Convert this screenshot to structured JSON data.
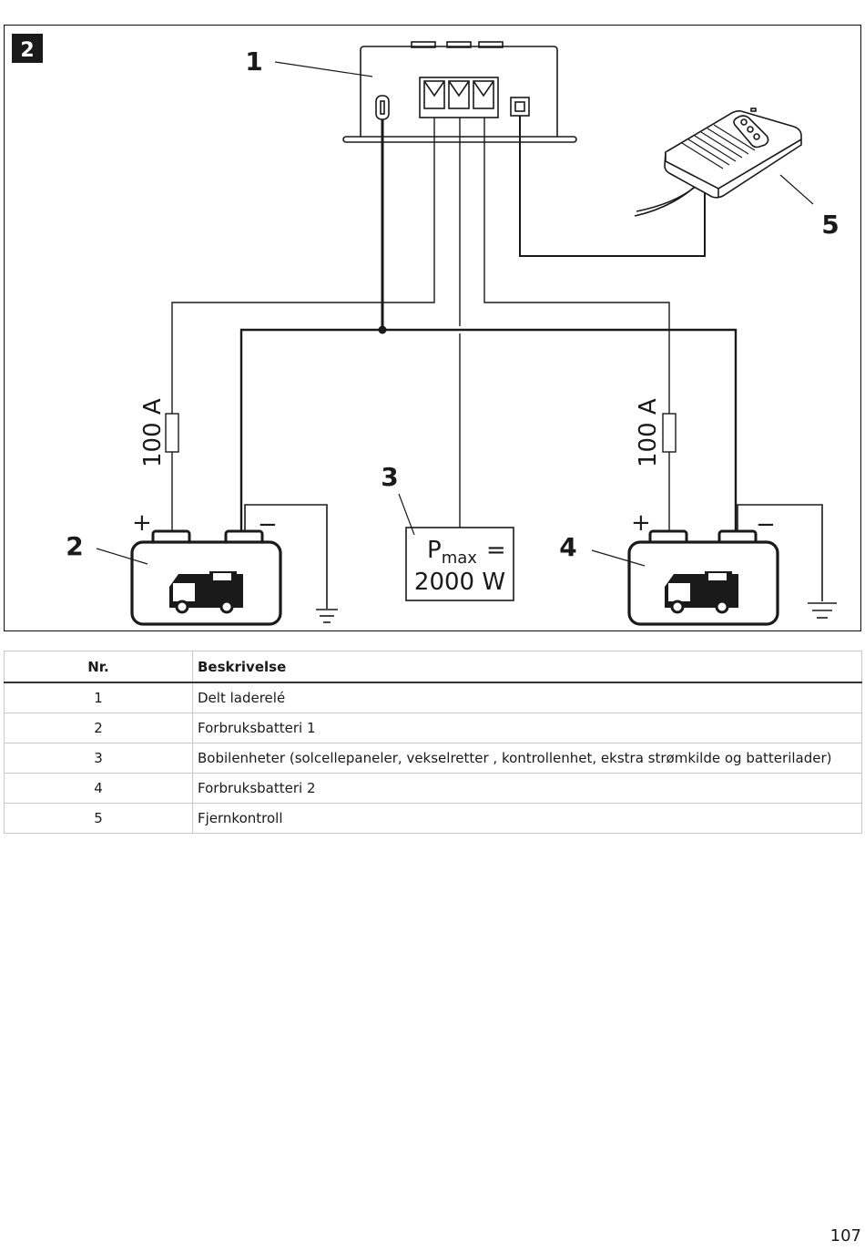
{
  "figure": {
    "number": "2",
    "callouts": [
      "1",
      "2",
      "3",
      "4",
      "5"
    ],
    "fuse_left": "100 A",
    "fuse_right": "100 A",
    "pmax_label": "P",
    "pmax_sub": "max",
    "pmax_eq": "=",
    "pmax_value": "2000 W",
    "plus": "+",
    "minus": "−"
  },
  "table": {
    "headers": [
      "Nr.",
      "Beskrivelse"
    ],
    "rows": [
      [
        "1",
        "Delt laderelé"
      ],
      [
        "2",
        "Forbruksbatteri 1"
      ],
      [
        "3",
        "Bobilenheter (solcellepaneler, vekselretter , kontrollenhet, ekstra strømkilde og batterilader)"
      ],
      [
        "4",
        "Forbruksbatteri 2"
      ],
      [
        "5",
        "Fjernkontroll"
      ]
    ]
  },
  "page_number": "107"
}
